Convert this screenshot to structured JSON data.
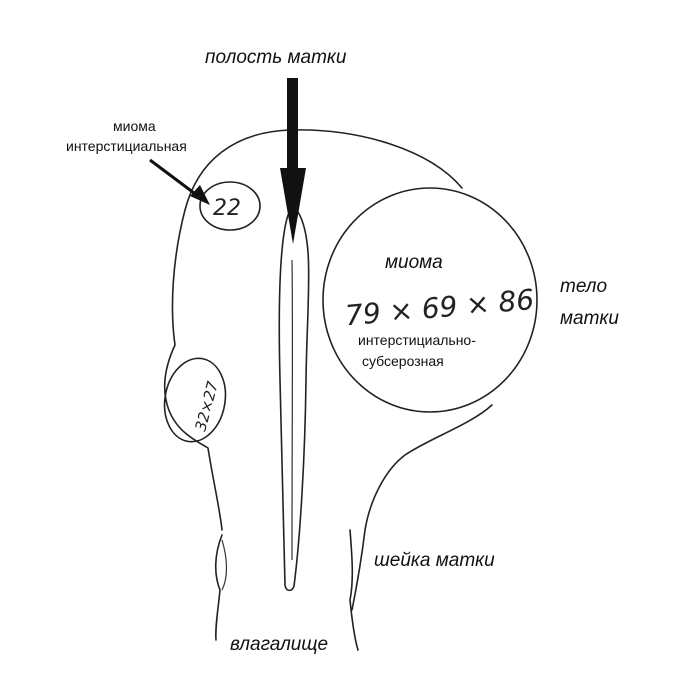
{
  "labels": {
    "uterine_cavity": "полость матки",
    "myoma_interstitial_line1": "миома",
    "myoma_interstitial_line2": "интерстициальная",
    "large_myoma_title": "миома",
    "large_myoma_size": "79 × 69 × 86",
    "large_myoma_type_line1": "интерстициально-",
    "large_myoma_type_line2": "субсерозная",
    "uterus_body_line1": "тело",
    "uterus_body_line2": "матки",
    "cervix": "шейка матки",
    "vagina": "влагалище"
  },
  "nodes": {
    "small_top": "22",
    "small_left": "32×27"
  }
}
